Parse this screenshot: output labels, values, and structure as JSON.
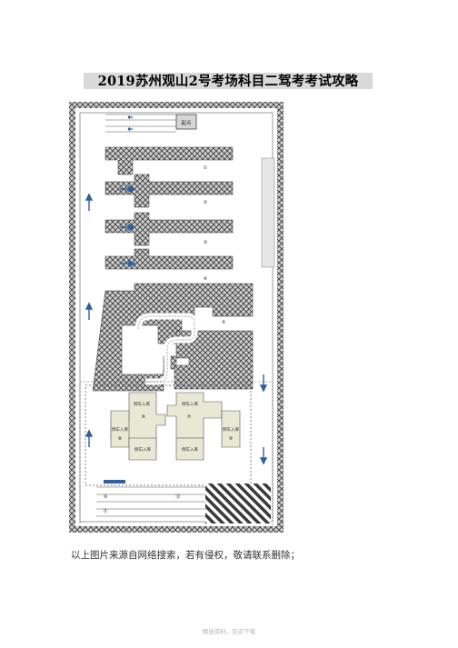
{
  "document": {
    "title": "2019苏州观山2号考场科目二驾考考试攻略",
    "caption": "以上图片来源自网络搜索，若有侵权，敬请联系删除；",
    "footer": "精选资料，欢迎下载",
    "corner_mark": "·"
  },
  "map": {
    "start_label": "起点",
    "colors": {
      "hatch": "#4a4a4a",
      "hatch_bg": "#cfcfcf",
      "pad": "#e8e8d4",
      "arrow": "#2f5f9e",
      "border": "#5a5a5a"
    },
    "station_numbers": [
      "①",
      "②",
      "③",
      "④",
      "⑤",
      "⑥",
      "⑦",
      "⑧",
      "⑨",
      "⑩",
      "⑪",
      "⑫"
    ],
    "parking_labels": [
      "倒车入库",
      "倒车入库",
      "倒车入库",
      "倒车入库",
      "倒车入库",
      "倒车入库"
    ]
  }
}
